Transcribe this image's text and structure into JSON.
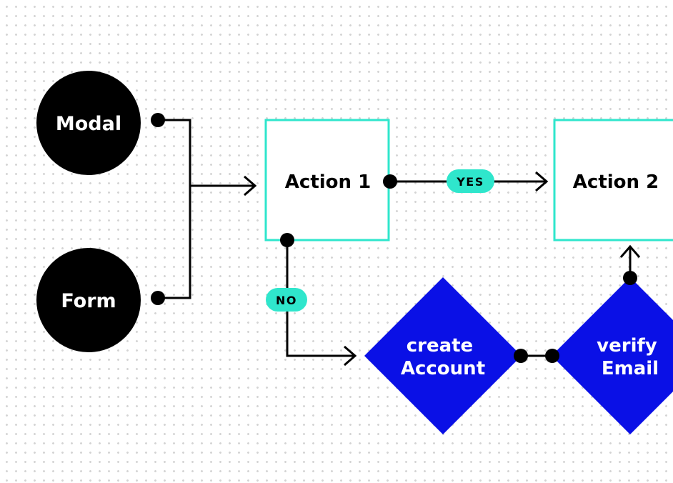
{
  "nodes": {
    "modal": "Modal",
    "form": "Form",
    "action1": "Action 1",
    "action2": "Action 2",
    "create_account": [
      "create",
      "Account"
    ],
    "verify_email": [
      "verify",
      "Email"
    ]
  },
  "edge_labels": {
    "yes": "YES",
    "no": "NO"
  },
  "colors": {
    "circle_fill": "#000000",
    "action_border": "#2fe6cc",
    "decision_fill": "#0a10e6",
    "pill_fill": "#2fe6cc",
    "line": "#000000"
  }
}
